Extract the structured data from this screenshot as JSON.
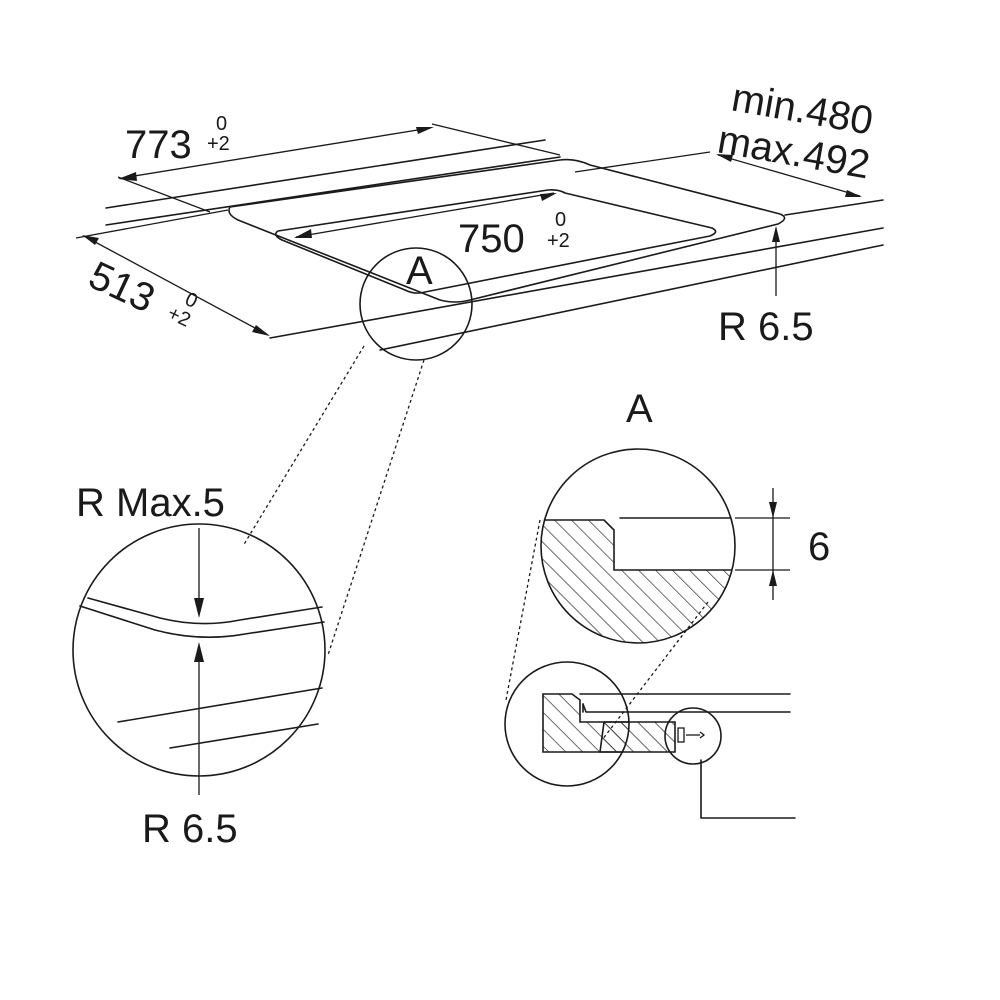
{
  "dimensions": {
    "overall_width": {
      "value": "773",
      "tol_upper": "0",
      "tol_lower": "+2"
    },
    "cutout_width": {
      "value": "750",
      "tol_upper": "0",
      "tol_lower": "+2"
    },
    "depth": {
      "value": "513",
      "tol_upper": "0",
      "tol_lower": "+2"
    },
    "rear_min": "min.480",
    "rear_max": "max.492",
    "corner_radius": "R 6.5",
    "detail_radius_max": "R Max.5",
    "detail_radius": "R 6.5",
    "rebate_depth": "6"
  },
  "detail_labels": {
    "marker_top": "A",
    "marker_detail": "A"
  }
}
